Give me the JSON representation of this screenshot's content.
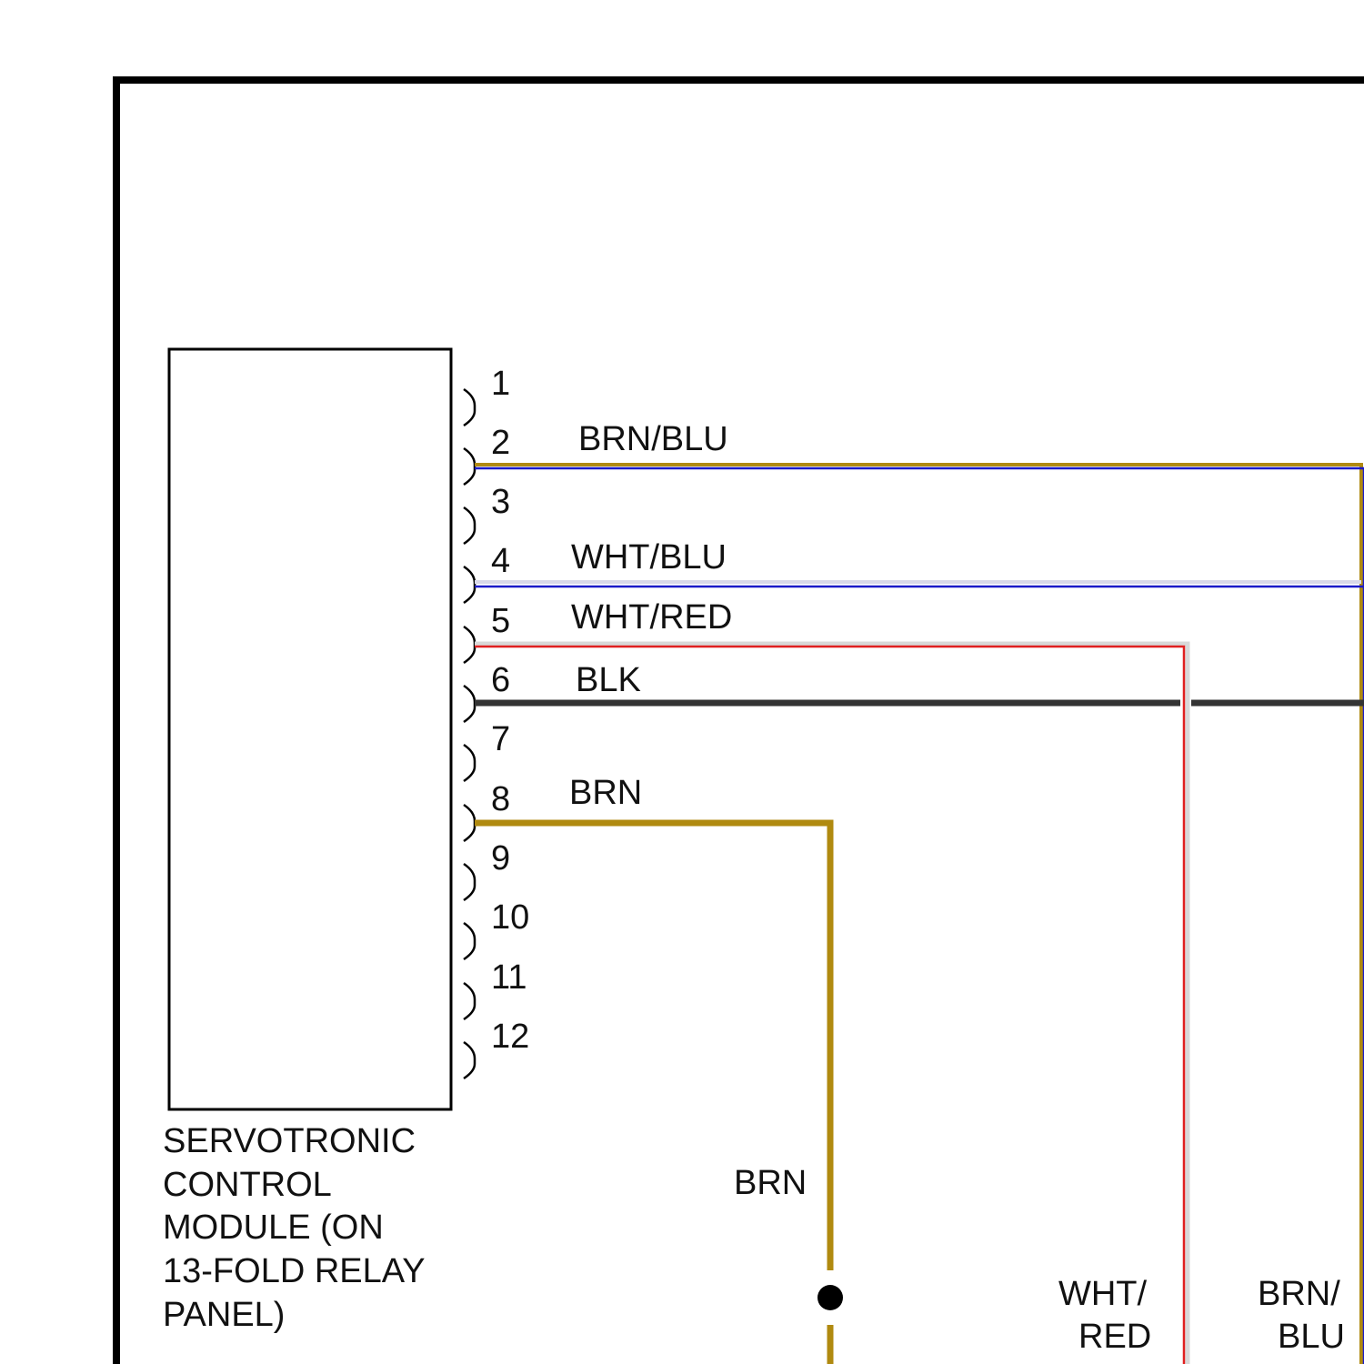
{
  "module": {
    "label_lines": [
      "SERVOTRONIC",
      "CONTROL",
      "MODULE (ON",
      "13-FOLD RELAY",
      "PANEL)"
    ]
  },
  "pins": [
    "1",
    "2",
    "3",
    "4",
    "5",
    "6",
    "7",
    "8",
    "9",
    "10",
    "11",
    "12"
  ],
  "wires": [
    {
      "pin": "2",
      "label": "BRN/BLU",
      "colors": [
        "#b08a10",
        "#1a1ac8"
      ]
    },
    {
      "pin": "4",
      "label": "WHT/BLU",
      "colors": [
        "#d8d8e8",
        "#1a1ac8"
      ]
    },
    {
      "pin": "5",
      "label": "WHT/RED",
      "colors": [
        "#d8d8d8",
        "#e02020"
      ]
    },
    {
      "pin": "6",
      "label": "BLK",
      "colors": [
        "#333333"
      ]
    },
    {
      "pin": "8",
      "label": "BRN",
      "colors": [
        "#b08a10"
      ]
    }
  ],
  "lower_labels": {
    "brn": "BRN",
    "wht_red_line1": "WHT/",
    "wht_red_line2": "RED",
    "brn_blu_line1": "BRN/",
    "brn_blu_line2": "BLU"
  }
}
